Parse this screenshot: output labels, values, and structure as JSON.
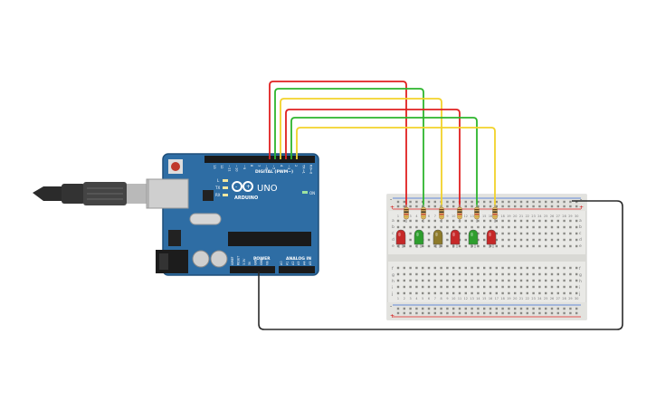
{
  "colors": {
    "board": "#2e6da4",
    "board_dark": "#1f4f7a",
    "breadboard": "#e9e9e6",
    "wire_red": "#e02020",
    "wire_green": "#2db52d",
    "wire_yellow": "#f2d22a",
    "led_red": "#c62828",
    "led_green": "#2e9e2e",
    "led_yellow": "#8d7a2a"
  },
  "arduino": {
    "brand": "ARDUINO",
    "model": "UNO",
    "digital_label": "DIGITAL (PWM~)",
    "power_label": "POWER",
    "analog_label": "ANALOG IN",
    "tx_label": "TX",
    "rx_label": "RX",
    "l_label": "L",
    "on_label": "ON",
    "aref_label": "AREF",
    "gnd_label": "GND",
    "digital_pins": [
      "13",
      "12",
      "~11",
      "~10",
      "~9",
      "8",
      "7",
      "~6",
      "~5",
      "4",
      "~3",
      "2",
      "TX→1",
      "RX←0"
    ],
    "power_pins": [
      "IOREF",
      "RESET",
      "3.3V",
      "5V",
      "GND",
      "GND",
      "Vin"
    ],
    "analog_pins": [
      "A0",
      "A1",
      "A2",
      "A3",
      "A4",
      "A5"
    ]
  },
  "breadboard": {
    "rail_plus": "+",
    "rail_minus": "-",
    "row_letters_top": [
      "a",
      "b",
      "c",
      "d",
      "e"
    ],
    "row_letters_bottom": [
      "f",
      "g",
      "h",
      "i",
      "j"
    ],
    "columns": [
      "1",
      "2",
      "3",
      "4",
      "5",
      "6",
      "7",
      "8",
      "9",
      "10",
      "11",
      "12",
      "13",
      "14",
      "15",
      "16",
      "17",
      "18",
      "19",
      "20",
      "21",
      "22",
      "23",
      "24",
      "25",
      "26",
      "27",
      "28",
      "29",
      "30"
    ]
  },
  "leds": [
    {
      "color_name": "red"
    },
    {
      "color_name": "green"
    },
    {
      "color_name": "yellow"
    },
    {
      "color_name": "red"
    },
    {
      "color_name": "green"
    },
    {
      "color_name": "red"
    }
  ],
  "wires": [
    "red",
    "green",
    "yellow",
    "red",
    "green",
    "yellow"
  ]
}
